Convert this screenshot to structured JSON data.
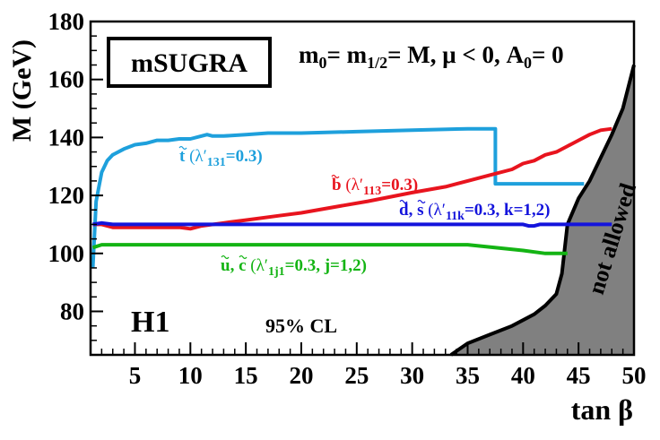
{
  "chart_data": {
    "type": "line",
    "title": "mSUGRA",
    "subtitle": "m0= m1/2= M,  μ < 0,  A0= 0",
    "subtitle_parts": {
      "m": "m",
      "sub0": "0",
      "eq1": "= m",
      "sub12": "1/2",
      "rest1": "= M,  μ < 0,  A",
      "sub0b": "0",
      "rest2": "= 0"
    },
    "xlabel": "tan β",
    "ylabel": "M (GeV)",
    "xlim": [
      1,
      50
    ],
    "ylim": [
      65,
      180
    ],
    "xticks": [
      5,
      10,
      15,
      20,
      25,
      30,
      35,
      40,
      45,
      50
    ],
    "yticks": [
      80,
      100,
      120,
      140,
      160,
      180
    ],
    "experiment": "H1",
    "confidence": "95% CL",
    "excluded_region_label": "not allowed",
    "series": [
      {
        "name": "t̃ (λ′131=0.3)",
        "label_parts": {
          "sq": "t",
          "lam": " (λ′",
          "sub": "131",
          "val": "=0.3)"
        },
        "color": "#1ea0dc",
        "x": [
          1.2,
          1.5,
          2,
          2.5,
          3,
          4,
          5,
          6,
          7,
          8,
          9,
          10,
          11,
          11.5,
          12,
          13,
          15,
          17,
          20,
          25,
          30,
          35,
          37.5,
          37.5,
          45.5
        ],
        "y": [
          95,
          118,
          128,
          132,
          134,
          136,
          137.5,
          138,
          139,
          139,
          139.5,
          139.5,
          140.5,
          141,
          140.5,
          140.5,
          141,
          141.5,
          141.5,
          142,
          142.5,
          143,
          143,
          124,
          124
        ]
      },
      {
        "name": "b̃ (λ′113=0.3)",
        "label_parts": {
          "sq": "b",
          "lam": " (λ′",
          "sub": "113",
          "val": "=0.3)"
        },
        "color": "#e8141e",
        "x": [
          1.2,
          2,
          3,
          5,
          7,
          9,
          10,
          11,
          13,
          15,
          18,
          20,
          23,
          26,
          30,
          33,
          35,
          37,
          39,
          40,
          41,
          42,
          43,
          44,
          45,
          46,
          47,
          48
        ],
        "y": [
          110,
          110,
          109,
          109,
          109,
          109,
          108.5,
          109.5,
          110.5,
          111.5,
          113,
          114,
          116,
          118,
          121,
          123,
          125,
          127,
          129,
          131,
          132,
          134,
          135,
          137,
          139,
          141,
          142.5,
          143
        ]
      },
      {
        "name": "d̃, s̃ (λ′11k=0.3, k=1,2)",
        "label_parts": {
          "sq": "d",
          "sep": ", ",
          "sq2": "s",
          "lam": " (λ′",
          "sub": "11k",
          "val": "=0.3, k=1,2)"
        },
        "color": "#1414dc",
        "x": [
          1.2,
          2,
          3,
          10,
          20,
          30,
          40,
          40.5,
          41,
          41.5,
          42,
          48
        ],
        "y": [
          110,
          110.5,
          110,
          110,
          110,
          110,
          110,
          109.5,
          109.5,
          110,
          110,
          110
        ]
      },
      {
        "name": "ũ, c̃ (λ′1j1=0.3, j=1,2)",
        "label_parts": {
          "sq": "u",
          "sep": ", ",
          "sq2": "c",
          "lam": " (λ′",
          "sub": "1j1",
          "val": "=0.3, j=1,2)"
        },
        "color": "#14b414",
        "x": [
          1.2,
          2,
          3,
          10,
          20,
          30,
          35,
          40,
          42,
          44
        ],
        "y": [
          102,
          103,
          103,
          103,
          103,
          103,
          103,
          101,
          100,
          100
        ]
      }
    ],
    "boundary": {
      "color": "#000000",
      "fill": "#808080",
      "x": [
        33.5,
        35,
        37,
        39,
        41,
        42,
        43,
        43.5,
        44,
        45,
        46,
        47,
        48,
        49,
        50
      ],
      "y": [
        65,
        69,
        72,
        75,
        79,
        82,
        86,
        93,
        110,
        119,
        125,
        133,
        141,
        150,
        165
      ]
    }
  }
}
